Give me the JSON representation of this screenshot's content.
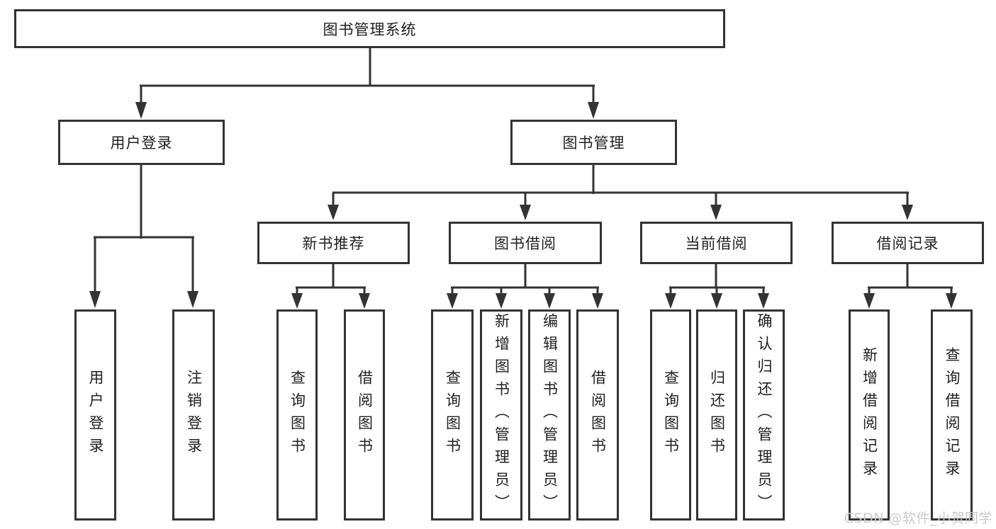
{
  "tree": {
    "root": {
      "label": "图书管理系统"
    },
    "children": [
      {
        "label": "用户登录",
        "children": [
          {
            "label": "用户登录"
          },
          {
            "label": "注销登录"
          }
        ]
      },
      {
        "label": "图书管理",
        "children": [
          {
            "label": "新书推荐",
            "children": [
              {
                "label": "查询图书"
              },
              {
                "label": "借阅图书"
              }
            ]
          },
          {
            "label": "图书借阅",
            "children": [
              {
                "label": "查询图书"
              },
              {
                "label": "新增图书（管理员）"
              },
              {
                "label": "编辑图书（管理员）"
              },
              {
                "label": "借阅图书"
              }
            ]
          },
          {
            "label": "当前借阅",
            "children": [
              {
                "label": "查询图书"
              },
              {
                "label": "归还图书"
              },
              {
                "label": "确认归还（管理员）"
              }
            ]
          },
          {
            "label": "借阅记录",
            "children": [
              {
                "label": "新增借阅记录"
              },
              {
                "label": "查询借阅记录"
              }
            ]
          }
        ]
      }
    ]
  },
  "watermark": {
    "text": "CSDN @软件_小贺同学"
  },
  "colors": {
    "line": "#333333",
    "box-border": "#333333",
    "text": "#1f1f1f",
    "watermark": "#c9c9c9",
    "background": "#ffffff"
  }
}
